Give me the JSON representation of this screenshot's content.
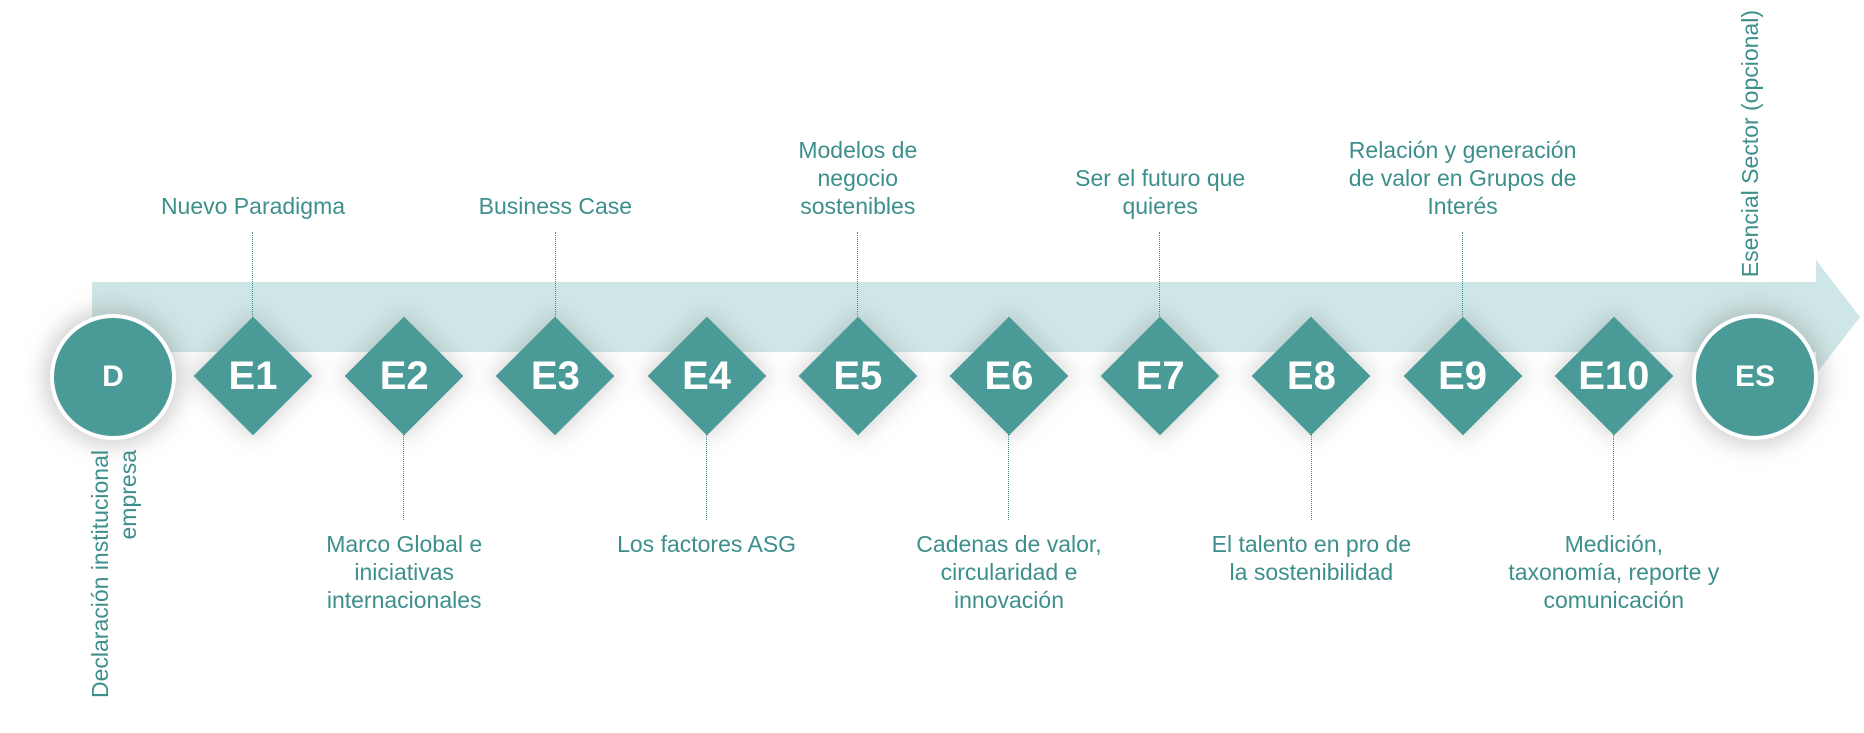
{
  "colors": {
    "node_fill": "#4a9b98",
    "arrow_band": "#cfe6e6",
    "text": "#3d8f8c",
    "node_text": "#ffffff"
  },
  "start": {
    "code": "D",
    "caption": "Declaración institucional\nempresa"
  },
  "end": {
    "code": "ES",
    "caption": "Esencial Sector (opcional)"
  },
  "steps": [
    {
      "code": "E1",
      "label": "Nuevo Paradigma",
      "position": "top"
    },
    {
      "code": "E2",
      "label": "Marco Global e\niniciativas\ninternacionales",
      "position": "bottom"
    },
    {
      "code": "E3",
      "label": "Business Case",
      "position": "top"
    },
    {
      "code": "E4",
      "label": "Los factores ASG",
      "position": "bottom"
    },
    {
      "code": "E5",
      "label": "Modelos de\nnegocio\nsostenibles",
      "position": "top"
    },
    {
      "code": "E6",
      "label": "Cadenas de valor,\ncircularidad e\ninnovación",
      "position": "bottom"
    },
    {
      "code": "E7",
      "label": "Ser el futuro que\nquieres",
      "position": "top"
    },
    {
      "code": "E8",
      "label": "El talento en pro de\nla sostenibilidad",
      "position": "bottom"
    },
    {
      "code": "E9",
      "label": "Relación y generación\nde valor en Grupos de\nInterés",
      "position": "top"
    },
    {
      "code": "E10",
      "label": "Medición,\ntaxonomía, reporte y\ncomunicación",
      "position": "bottom"
    }
  ]
}
